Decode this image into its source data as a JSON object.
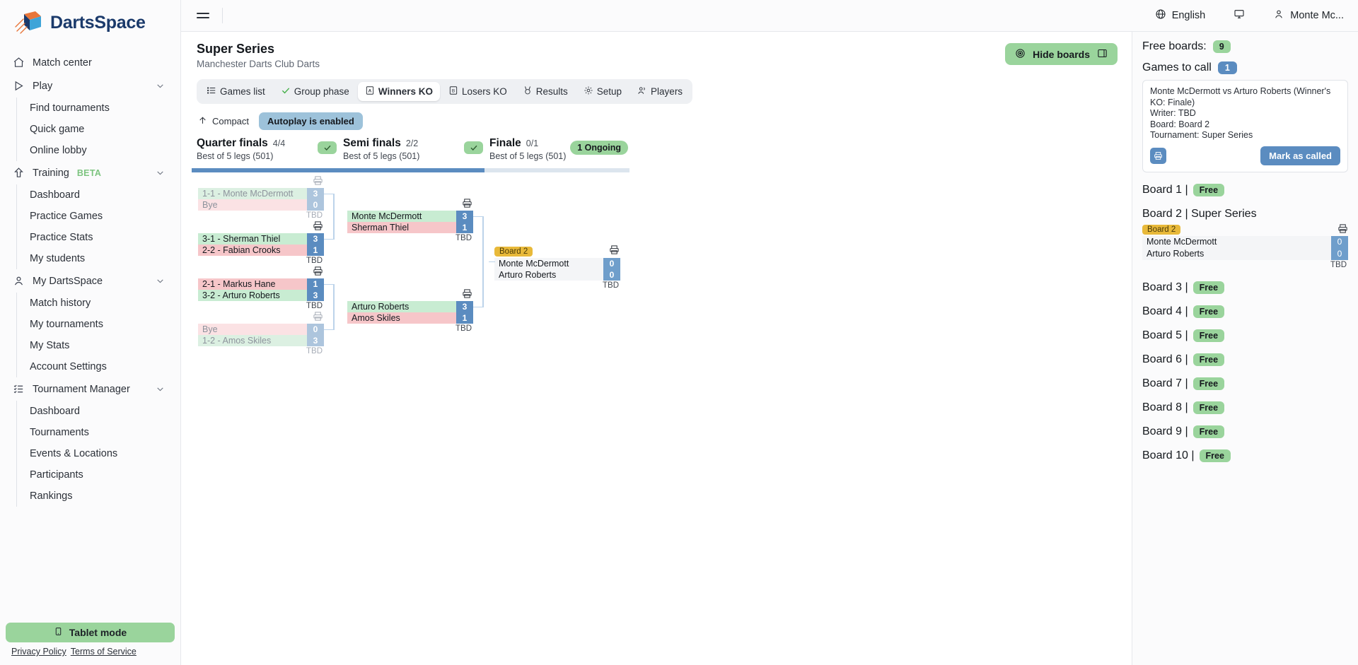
{
  "brand": {
    "name": "DartsSpace"
  },
  "sidebar": {
    "groups": [
      {
        "icon": "home-icon",
        "label": "Match center",
        "badge": "",
        "collapsible": false,
        "items": []
      },
      {
        "icon": "play-icon",
        "label": "Play",
        "badge": "",
        "collapsible": true,
        "items": [
          "Find tournaments",
          "Quick game",
          "Online lobby"
        ]
      },
      {
        "icon": "training-icon",
        "label": "Training",
        "badge": "BETA",
        "collapsible": true,
        "items": [
          "Dashboard",
          "Practice Games",
          "Practice Stats",
          "My students"
        ]
      },
      {
        "icon": "user-icon",
        "label": "My DartsSpace",
        "badge": "",
        "collapsible": true,
        "items": [
          "Match history",
          "My tournaments",
          "My Stats",
          "Account Settings"
        ]
      },
      {
        "icon": "list-check-icon",
        "label": "Tournament Manager",
        "badge": "",
        "collapsible": true,
        "items": [
          "Dashboard",
          "Tournaments",
          "Events & Locations",
          "Participants",
          "Rankings"
        ]
      }
    ],
    "tablet_mode": "Tablet mode",
    "privacy": "Privacy Policy",
    "terms": "Terms of Service"
  },
  "topbar": {
    "language": "English",
    "screen_icon": "monitor-icon",
    "user": "Monte Mc..."
  },
  "header": {
    "title": "Super Series",
    "subtitle": "Manchester Darts Club Darts",
    "hide_boards": "Hide boards"
  },
  "tabs": [
    {
      "label": "Games list",
      "icon": "list-icon",
      "active": false
    },
    {
      "label": "Group phase",
      "icon": "check-icon",
      "active": false
    },
    {
      "label": "Winners KO",
      "icon": "bracket-a-icon",
      "active": true
    },
    {
      "label": "Losers KO",
      "icon": "bracket-b-icon",
      "active": false
    },
    {
      "label": "Results",
      "icon": "medal-icon",
      "active": false
    },
    {
      "label": "Setup",
      "icon": "gear-icon",
      "active": false
    },
    {
      "label": "Players",
      "icon": "players-icon",
      "active": false
    }
  ],
  "toolbar": {
    "compact": "Compact",
    "autoplay": "Autoplay is enabled"
  },
  "bracket": {
    "rounds": [
      {
        "title": "Quarter finals",
        "count": "4/4",
        "format": "Best of 5 legs (501)",
        "complete": false,
        "progress": 100,
        "status_badge": "",
        "matches": [
          {
            "dim": true,
            "board": "",
            "top": {
              "name": "1-1 - Monte McDermott",
              "score": "3",
              "result": "win"
            },
            "bottom": {
              "name": "Bye",
              "score": "0",
              "result": "lose"
            },
            "writer": "TBD"
          },
          {
            "dim": false,
            "board": "",
            "top": {
              "name": "3-1 - Sherman Thiel",
              "score": "3",
              "result": "win"
            },
            "bottom": {
              "name": "2-2 - Fabian Crooks",
              "score": "1",
              "result": "lose"
            },
            "writer": "TBD"
          },
          {
            "dim": false,
            "board": "",
            "top": {
              "name": "2-1 - Markus Hane",
              "score": "1",
              "result": "lose"
            },
            "bottom": {
              "name": "3-2 - Arturo Roberts",
              "score": "3",
              "result": "win"
            },
            "writer": "TBD"
          },
          {
            "dim": true,
            "board": "",
            "top": {
              "name": "Bye",
              "score": "0",
              "result": "lose"
            },
            "bottom": {
              "name": "1-2 - Amos Skiles",
              "score": "3",
              "result": "win"
            },
            "writer": "TBD"
          }
        ]
      },
      {
        "title": "Semi finals",
        "count": "2/2",
        "format": "Best of 5 legs (501)",
        "complete": true,
        "progress": 100,
        "status_badge": "",
        "matches": [
          {
            "dim": false,
            "board": "",
            "top": {
              "name": "Monte McDermott",
              "score": "3",
              "result": "win"
            },
            "bottom": {
              "name": "Sherman Thiel",
              "score": "1",
              "result": "lose"
            },
            "writer": "TBD"
          },
          {
            "dim": false,
            "board": "",
            "top": {
              "name": "Arturo Roberts",
              "score": "3",
              "result": "win"
            },
            "bottom": {
              "name": "Amos Skiles",
              "score": "1",
              "result": "lose"
            },
            "writer": "TBD"
          }
        ]
      },
      {
        "title": "Finale",
        "count": "0/1",
        "format": "Best of 5 legs (501)",
        "complete": true,
        "progress": 0,
        "status_badge": "1 Ongoing",
        "matches": [
          {
            "dim": false,
            "board": "Board 2",
            "top": {
              "name": "Monte McDermott",
              "score": "0",
              "result": "plain"
            },
            "bottom": {
              "name": "Arturo Roberts",
              "score": "0",
              "result": "plain"
            },
            "writer": "TBD"
          }
        ]
      }
    ]
  },
  "boards_panel": {
    "free_boards_label": "Free boards:",
    "free_boards_count": "9",
    "games_to_call_label": "Games to call",
    "games_to_call_count": "1",
    "call_card": {
      "match": "Monte McDermott vs Arturo Roberts (Winner's KO: Finale)",
      "writer": "Writer: TBD",
      "board": "Board: Board 2",
      "tournament": "Tournament: Super Series",
      "print_icon": "printer-icon",
      "mark_as_called": "Mark as called"
    },
    "boards": [
      {
        "label": "Board 1 |",
        "status": "Free",
        "match": null
      },
      {
        "label": "Board 2 | Super Series",
        "status": "",
        "match": {
          "tag": "Board 2",
          "players": [
            {
              "name": "Monte McDermott",
              "score": "0"
            },
            {
              "name": "Arturo Roberts",
              "score": "0"
            }
          ],
          "writer": "TBD"
        }
      },
      {
        "label": "Board 3 |",
        "status": "Free",
        "match": null
      },
      {
        "label": "Board 4 |",
        "status": "Free",
        "match": null
      },
      {
        "label": "Board 5 |",
        "status": "Free",
        "match": null
      },
      {
        "label": "Board 6 |",
        "status": "Free",
        "match": null
      },
      {
        "label": "Board 7 |",
        "status": "Free",
        "match": null
      },
      {
        "label": "Board 8 |",
        "status": "Free",
        "match": null
      },
      {
        "label": "Board 9 |",
        "status": "Free",
        "match": null
      },
      {
        "label": "Board 10 |",
        "status": "Free",
        "match": null
      }
    ]
  },
  "colors": {
    "brand_blue": "#1b3a6b",
    "accent_green": "#9ad49c",
    "accent_blue": "#5b8cc0",
    "win_green": "#c8ecd2",
    "lose_red": "#f6c6c9",
    "board_yellow": "#e8b93a"
  }
}
